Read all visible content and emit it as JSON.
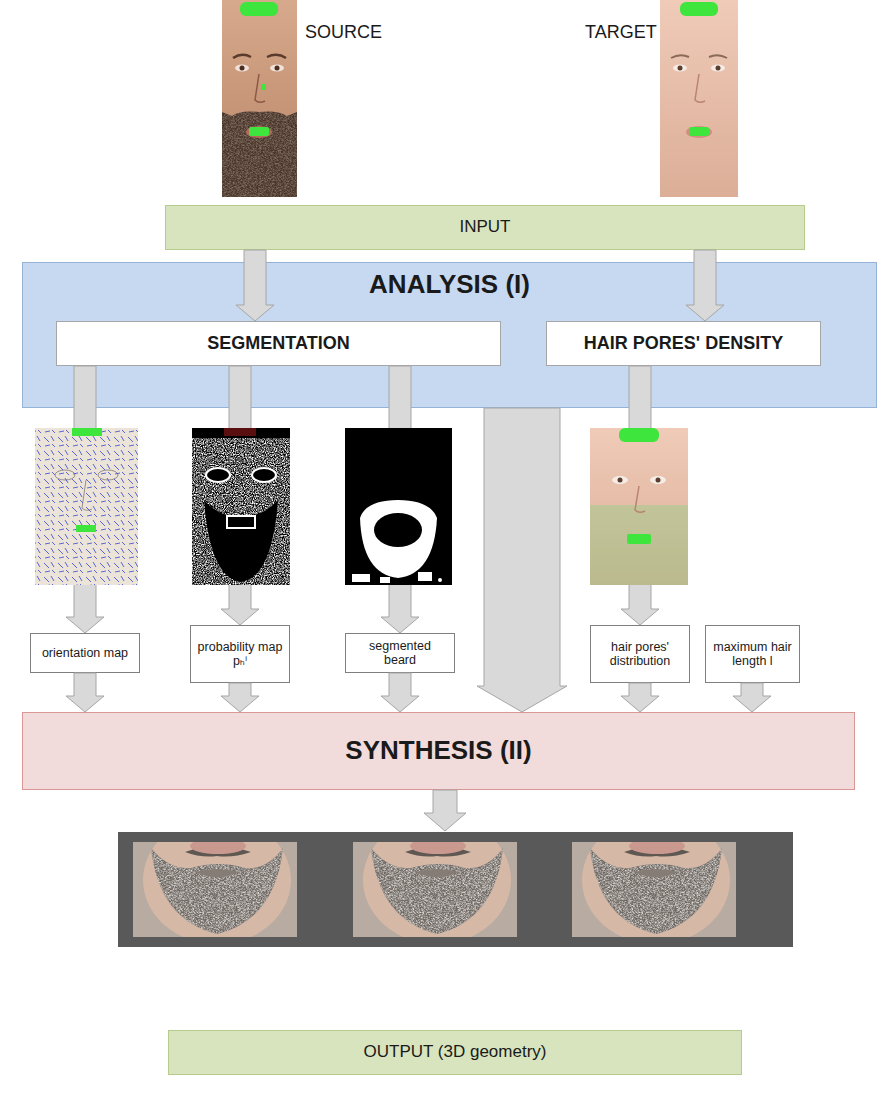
{
  "diagram": {
    "nodes": [
      {
        "text": [
          "INPUT"
        ]
      },
      {
        "text": [
          "ANALYSIS (I)"
        ]
      },
      {
        "text": [
          "SEGMENTATION"
        ],
        "in": 1
      },
      {
        "text": [
          "HAIR PORES' DENSITY"
        ],
        "in": 1
      },
      {
        "text": [
          "orientation map"
        ]
      },
      {
        "text": [
          "probability map pₕⁱ"
        ]
      },
      {
        "text": [
          "segmented beard"
        ]
      },
      {
        "text": [
          "hair pores' distribution"
        ]
      },
      {
        "text": [
          "maximum hair length l"
        ]
      },
      {
        "text": [
          "SYNTHESIS (II)"
        ]
      },
      {
        "text": [
          "OUTPUT (3D geometry)"
        ]
      }
    ],
    "edges": [
      {
        "from": 0,
        "to": 2,
        "arrow": "to"
      },
      {
        "from": 0,
        "to": 3,
        "arrow": "to"
      },
      {
        "from": 2,
        "to": 4,
        "arrow": "to"
      },
      {
        "from": 2,
        "to": 5,
        "arrow": "to"
      },
      {
        "from": 2,
        "to": 6,
        "arrow": "to"
      },
      {
        "from": 3,
        "to": 7,
        "arrow": "to"
      },
      {
        "from": 1,
        "to": 9,
        "arrow": "to"
      },
      {
        "from": 4,
        "to": 9,
        "arrow": "to"
      },
      {
        "from": 5,
        "to": 9,
        "arrow": "to"
      },
      {
        "from": 6,
        "to": 9,
        "arrow": "to"
      },
      {
        "from": 7,
        "to": 9,
        "arrow": "to"
      },
      {
        "from": 8,
        "to": 9,
        "arrow": "to"
      }
    ],
    "labels": [
      "SOURCE",
      "TARGET"
    ]
  }
}
